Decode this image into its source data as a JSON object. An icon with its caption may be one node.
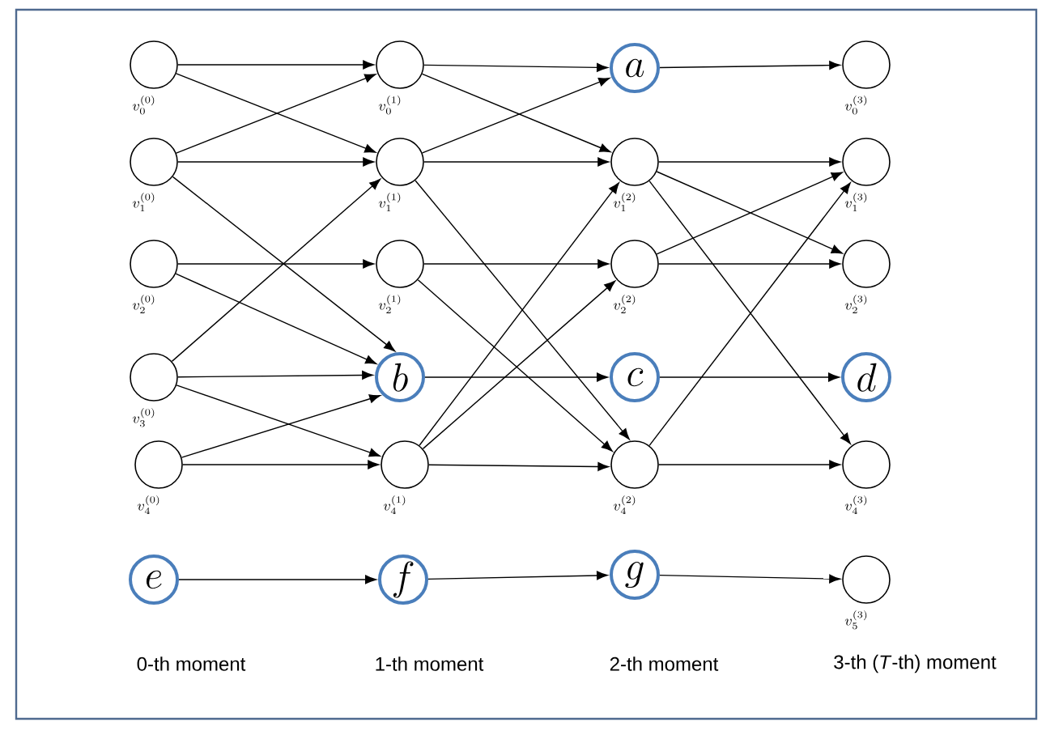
{
  "diagram": {
    "nodes": [
      {
        "text": [],
        "shape": "circle",
        "beside": [
          "v_0^{(0)}"
        ]
      },
      {
        "text": [],
        "shape": "circle",
        "beside": [
          "v_1^{(0)}"
        ]
      },
      {
        "text": [],
        "shape": "circle",
        "beside": [
          "v_2^{(0)}"
        ]
      },
      {
        "text": [],
        "shape": "circle",
        "beside": [
          "v_3^{(0)}"
        ]
      },
      {
        "text": [],
        "shape": "circle",
        "beside": [
          "v_4^{(0)}"
        ]
      },
      {
        "text": [
          "e"
        ]
      },
      {
        "text": [],
        "shape": "circle",
        "beside": [
          "v_0^{(1)}"
        ]
      },
      {
        "text": [],
        "shape": "circle",
        "beside": [
          "v_1^{(1)}"
        ]
      },
      {
        "text": [],
        "shape": "circle",
        "beside": [
          "v_2^{(1)}"
        ]
      },
      {
        "text": [
          "b"
        ]
      },
      {
        "text": [],
        "shape": "circle",
        "beside": [
          "v_4^{(1)}"
        ]
      },
      {
        "text": [
          "f"
        ]
      },
      {
        "text": [
          "a"
        ]
      },
      {
        "text": [],
        "shape": "circle",
        "beside": [
          "v_1^{(2)}"
        ]
      },
      {
        "text": [],
        "shape": "circle",
        "beside": [
          "v_2^{(2)}"
        ]
      },
      {
        "text": [
          "c"
        ]
      },
      {
        "text": [],
        "shape": "circle",
        "beside": [
          "v_4^{(2)}"
        ]
      },
      {
        "text": [
          "g"
        ]
      },
      {
        "text": [],
        "shape": "circle",
        "beside": [
          "v_0^{(3)}"
        ]
      },
      {
        "text": [],
        "shape": "circle",
        "beside": [
          "v_1^{(3)}"
        ]
      },
      {
        "text": [],
        "shape": "circle",
        "beside": [
          "v_2^{(3)}"
        ]
      },
      {
        "text": [
          "d"
        ]
      },
      {
        "text": [],
        "shape": "circle",
        "beside": [
          "v_4^{(3)}"
        ]
      },
      {
        "text": [],
        "shape": "circle",
        "beside": [
          "v_5^{(3)}"
        ]
      }
    ],
    "edges": [
      {
        "from": 0,
        "to": 6,
        "arrow": "to"
      },
      {
        "from": 0,
        "to": 7,
        "arrow": "to"
      },
      {
        "from": 1,
        "to": 6,
        "arrow": "to"
      },
      {
        "from": 1,
        "to": 7,
        "arrow": "to"
      },
      {
        "from": 1,
        "to": 9,
        "arrow": "to"
      },
      {
        "from": 2,
        "to": 8,
        "arrow": "to"
      },
      {
        "from": 2,
        "to": 9,
        "arrow": "to"
      },
      {
        "from": 3,
        "to": 7,
        "arrow": "to"
      },
      {
        "from": 3,
        "to": 9,
        "arrow": "to"
      },
      {
        "from": 3,
        "to": 10,
        "arrow": "to"
      },
      {
        "from": 4,
        "to": 9,
        "arrow": "to"
      },
      {
        "from": 4,
        "to": 10,
        "arrow": "to"
      },
      {
        "from": 5,
        "to": 11,
        "arrow": "to"
      },
      {
        "from": 6,
        "to": 12,
        "arrow": "to"
      },
      {
        "from": 6,
        "to": 13,
        "arrow": "to"
      },
      {
        "from": 7,
        "to": 12,
        "arrow": "to"
      },
      {
        "from": 7,
        "to": 13,
        "arrow": "to"
      },
      {
        "from": 7,
        "to": 16,
        "arrow": "to"
      },
      {
        "from": 8,
        "to": 14,
        "arrow": "to"
      },
      {
        "from": 8,
        "to": 16,
        "arrow": "to"
      },
      {
        "from": 9,
        "to": 15,
        "arrow": "to"
      },
      {
        "from": 10,
        "to": 13,
        "arrow": "to"
      },
      {
        "from": 10,
        "to": 14,
        "arrow": "to"
      },
      {
        "from": 10,
        "to": 16,
        "arrow": "to"
      },
      {
        "from": 11,
        "to": 17,
        "arrow": "to"
      },
      {
        "from": 12,
        "to": 18,
        "arrow": "to"
      },
      {
        "from": 13,
        "to": 19,
        "arrow": "to"
      },
      {
        "from": 13,
        "to": 20,
        "arrow": "to"
      },
      {
        "from": 13,
        "to": 22,
        "arrow": "to"
      },
      {
        "from": 14,
        "to": 19,
        "arrow": "to"
      },
      {
        "from": 14,
        "to": 20,
        "arrow": "to"
      },
      {
        "from": 15,
        "to": 21,
        "arrow": "to"
      },
      {
        "from": 16,
        "to": 19,
        "arrow": "to"
      },
      {
        "from": 16,
        "to": 22,
        "arrow": "to"
      },
      {
        "from": 17,
        "to": 23,
        "arrow": "to"
      }
    ],
    "labels": [
      "0-th moment",
      "1-th moment",
      "2-th moment",
      "3-th (*T*-th) moment"
    ]
  }
}
